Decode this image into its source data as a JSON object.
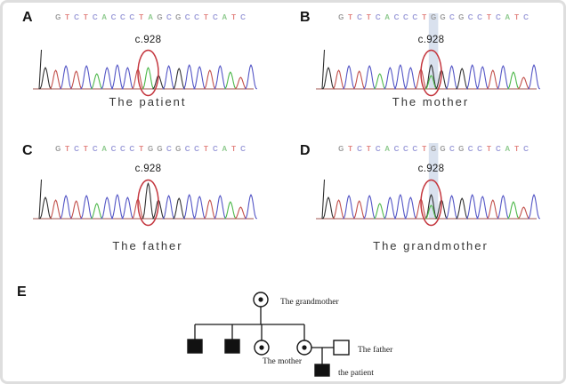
{
  "figure": {
    "frame_border_color": "#dedede",
    "annotation_color": "#c4373f",
    "highlight_color": "#d9e1ee",
    "base_colors": {
      "A": "#4cb849",
      "C": "#5456c6",
      "G": "#333333",
      "T": "#c2504b"
    },
    "letter_colors": {
      "A": "#8cc98c",
      "C": "#9b9bd8",
      "G": "#9c9c9c",
      "T": "#e2827e"
    },
    "peak_heights": [
      24,
      21,
      26,
      20,
      26,
      17,
      24,
      27,
      24,
      22,
      24,
      21,
      26,
      23,
      27,
      25,
      21,
      26,
      19,
      13,
      27
    ],
    "panels": [
      {
        "label": "A",
        "sequence": "GTCTCACCCTAGCGCCTCATC",
        "mutation_label": "c.928",
        "mutation_index": 10,
        "genotype": "A/A",
        "highlight": false,
        "caption": "The patient"
      },
      {
        "label": "B",
        "sequence": "GTCTCACCCTGGCGCCTCATC",
        "mutation_label": "c.928",
        "mutation_index": 10,
        "genotype": "G/A",
        "highlight": true,
        "caption": "The mother"
      },
      {
        "label": "C",
        "sequence": "GTCTCACCCTGGCGCCTCATC",
        "mutation_label": "c.928",
        "mutation_index": 10,
        "genotype": "G/G",
        "highlight": false,
        "caption": "The father"
      },
      {
        "label": "D",
        "sequence": "GTCTCACCCTGGCGCCTCATC",
        "mutation_label": "c.928",
        "mutation_index": 10,
        "genotype": "G/A",
        "highlight": true,
        "caption": "The grandmother"
      }
    ],
    "pedigree": {
      "label": "E",
      "members": [
        {
          "id": "grandmother",
          "symbol": "circle-dot-carrier",
          "label": "The grandmother"
        },
        {
          "id": "affected-son-1",
          "symbol": "filled-square-affected",
          "label": ""
        },
        {
          "id": "affected-son-2",
          "symbol": "filled-square-affected",
          "label": ""
        },
        {
          "id": "carrier-daughter",
          "symbol": "circle-dot-carrier",
          "label": ""
        },
        {
          "id": "mother",
          "symbol": "circle-dot-carrier",
          "label": "The mother"
        },
        {
          "id": "father",
          "symbol": "open-square-unaffected",
          "label": "The father"
        },
        {
          "id": "patient",
          "symbol": "filled-square-affected",
          "label": "the patient"
        }
      ]
    }
  }
}
